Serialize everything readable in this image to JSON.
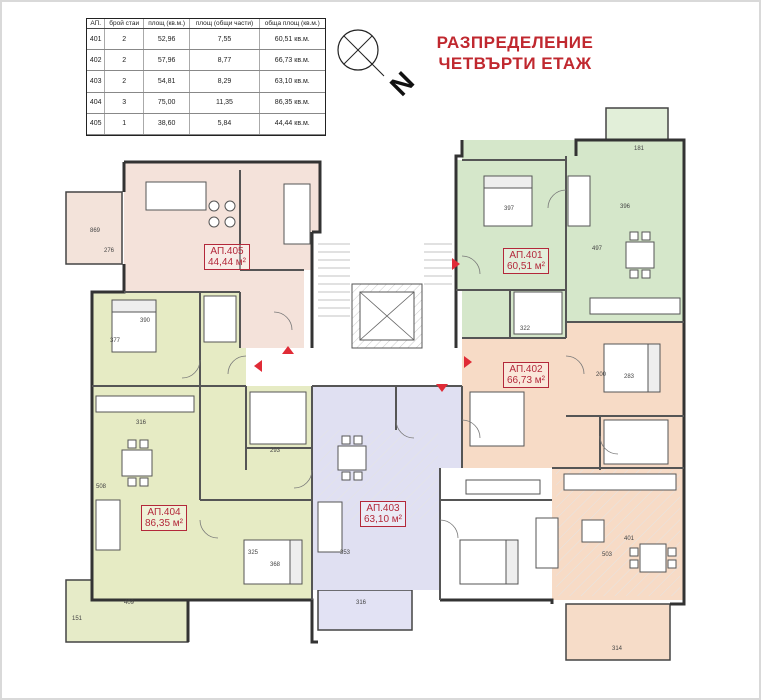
{
  "table": {
    "headers": [
      "АП.",
      "брой стаи",
      "площ (кв.м.)",
      "площ (общи части)",
      "обща площ (кв.м.)"
    ],
    "rows": [
      [
        "401",
        "2",
        "52,96",
        "7,55",
        "60,51 кв.м."
      ],
      [
        "402",
        "2",
        "57,96",
        "8,77",
        "66,73 кв.м."
      ],
      [
        "403",
        "2",
        "54,81",
        "8,29",
        "63,10 кв.м."
      ],
      [
        "404",
        "3",
        "75,00",
        "11,35",
        "86,35 кв.м."
      ],
      [
        "405",
        "1",
        "38,60",
        "5,84",
        "44,44 кв.м."
      ]
    ]
  },
  "title": {
    "line1": "РАЗПРЕДЕЛЕНИЕ",
    "line2": "ЧЕТВЪРТИ ЕТАЖ"
  },
  "compass": {
    "letter": "N"
  },
  "apartments": [
    {
      "id": "ap401",
      "name": "АП.401",
      "area": "60,51 м²",
      "color": "#cfe3c4"
    },
    {
      "id": "ap402",
      "name": "АП.402",
      "area": "66,73 м²",
      "color": "#f6d7c0"
    },
    {
      "id": "ap403",
      "name": "АП.403",
      "area": "63,10 м²",
      "color": "#dcdcf2"
    },
    {
      "id": "ap404",
      "name": "АП.404",
      "area": "86,35 м²",
      "color": "#e3e8bf"
    },
    {
      "id": "ap405",
      "name": "АП.405",
      "area": "44,44 м²",
      "color": "#f4e0d8"
    }
  ],
  "dimensions": [
    "869",
    "397",
    "396",
    "497",
    "390",
    "377",
    "316",
    "508",
    "325",
    "368",
    "353",
    "293",
    "283",
    "200",
    "503",
    "401",
    "409",
    "316",
    "181",
    "314",
    "151",
    "276",
    "322"
  ]
}
